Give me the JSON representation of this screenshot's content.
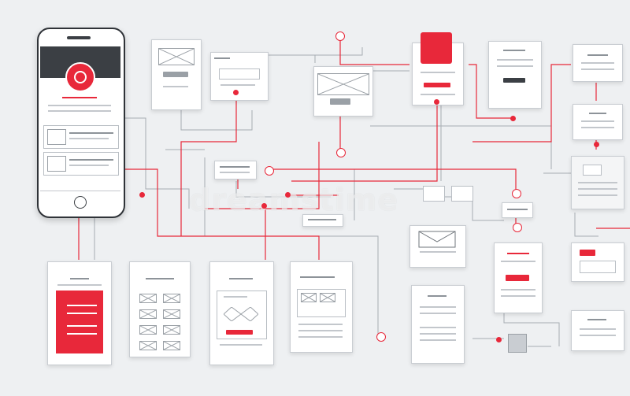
{
  "watermark": "dreamstime",
  "colors": {
    "accent": "#e8283a",
    "wire": "#a7adb3",
    "background": "#eef0f2",
    "phone_header": "#3b3f44"
  },
  "diagram": {
    "description_type": "mobile app user-flow wireframe",
    "nodes": [
      "phone-mockup",
      "image-card",
      "text-card",
      "hero-card",
      "red-header-card",
      "list-card-1",
      "list-card-2",
      "list-card-3",
      "input-node",
      "form-node",
      "red-list-screen",
      "image-grid-screen",
      "image-detail-screen",
      "text-image-screen",
      "envelope-card",
      "article-card",
      "red-form-card",
      "side-card-1",
      "side-card-2",
      "side-card-3",
      "side-card-4",
      "side-card-5"
    ]
  }
}
